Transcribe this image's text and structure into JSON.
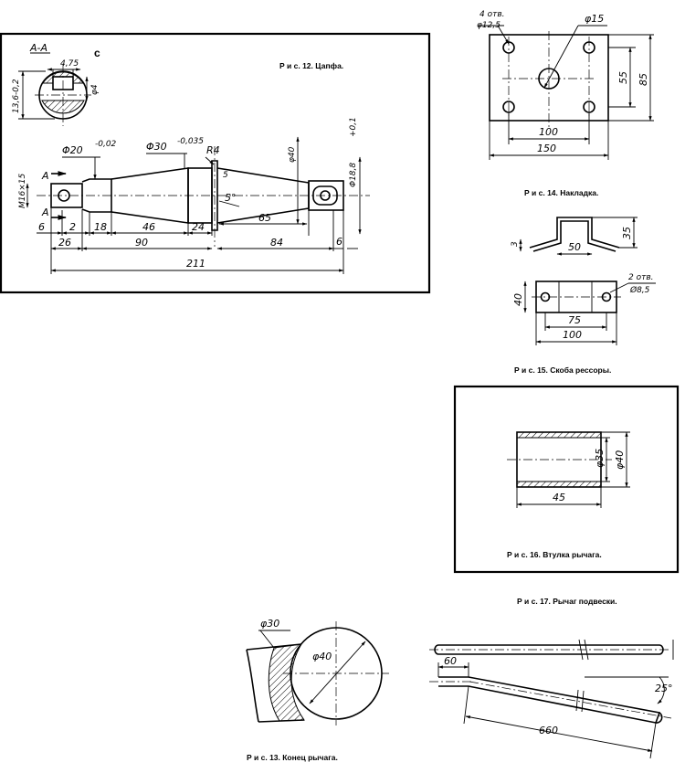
{
  "fig12": {
    "caption": "Р и с. 12. Цапфа.",
    "section": "А-А",
    "mark_c": "с",
    "d_key": "4,75",
    "d_phi4": "φ4",
    "d_136": "13,6-0,2",
    "d_m16": "М16×15",
    "d_a": "А",
    "d_phi20": "Φ20",
    "d_phi20_tol": "-0,02",
    "d_phi30": "Φ30",
    "d_phi30_tol": "-0,035",
    "d_r4": "R4",
    "d_phi40": "φ40",
    "d_phi188": "Φ18,8",
    "d_phi188_tol": "+0,1",
    "d_5": "5",
    "d_5deg": "5°",
    "d_6": "6",
    "d_2": "2",
    "d_18": "18",
    "d_46": "46",
    "d_24": "24",
    "d_65": "65",
    "d_26": "26",
    "d_90": "90",
    "d_84": "84",
    "d_6b": "6",
    "d_211": "211"
  },
  "fig14": {
    "caption": "Р и с. 14. Накладка.",
    "holes": "4 отв.",
    "holes_d": "φ12,5",
    "d_phi15": "φ15",
    "d_55": "55",
    "d_85": "85",
    "d_100": "100",
    "d_150": "150"
  },
  "fig15": {
    "caption": "Р и с. 15. Скоба рессоры.",
    "d_3": "3",
    "d_50": "50",
    "d_35": "35",
    "d_40": "40",
    "holes": "2 отв.",
    "holes_d": "Ø8,5",
    "d_75": "75",
    "d_100": "100"
  },
  "fig16": {
    "caption": "Р и с. 16. Втулка рычага.",
    "d_phi35": "φ35",
    "d_phi40": "φ40",
    "d_45": "45"
  },
  "fig17": {
    "caption": "Р и с. 17. Рычаг подвески.",
    "d_60": "60",
    "d_25deg": "25°",
    "d_660": "660"
  },
  "fig13": {
    "caption": "Р и с. 13. Конец рычага.",
    "d_phi30": "φ30",
    "d_phi40": "φ40"
  }
}
